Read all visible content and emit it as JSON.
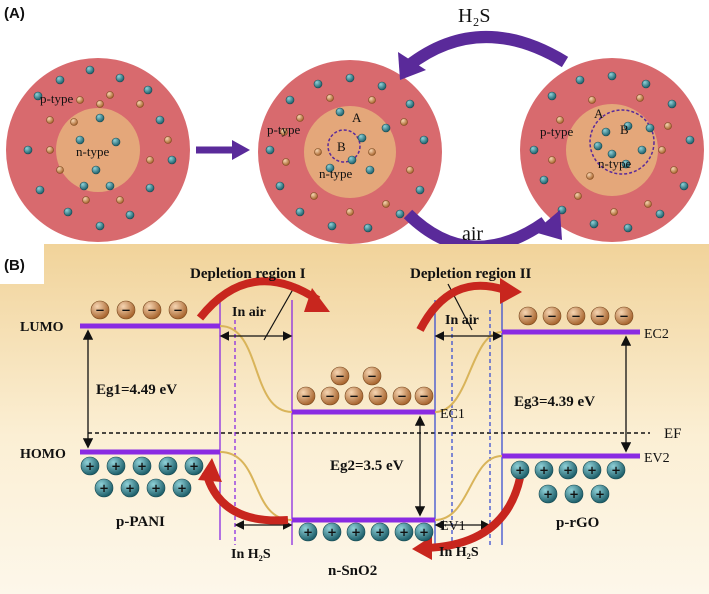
{
  "panel_a": {
    "label": "(A)",
    "particle1": {
      "outer": "p-type",
      "inner": "n-type"
    },
    "particle2": {
      "outer": "p-type",
      "inner": "n-type",
      "region_a": "A",
      "region_b": "B"
    },
    "particle3": {
      "outer": "p-type",
      "inner": "n-type",
      "region_a": "A",
      "region_b": "B"
    },
    "gas_top": "H₂S",
    "gas_bottom": "air"
  },
  "panel_b": {
    "label": "(B)",
    "depletion_1": "Depletion region I",
    "depletion_2": "Depletion region II",
    "in_air_left": "In air",
    "in_air_right": "In air",
    "in_h2s_left": "In H₂S",
    "in_h2s_right": "In H₂S",
    "lumo": "LUMO",
    "homo": "HOMO",
    "eg1": "Eg1=4.49 eV",
    "eg2": "Eg2=3.5 eV",
    "eg3": "Eg3=4.39 eV",
    "ec1": "EC1",
    "ev1": "EV1",
    "ec2": "EC2",
    "ev2": "EV2",
    "ef": "EF",
    "mat_left": "p-PANI",
    "mat_center": "n-SnO2",
    "mat_right": "p-rGO",
    "electron_symbol": "−",
    "hole_symbol": "+"
  },
  "colors": {
    "particle_outer": "#d86a6e",
    "particle_inner": "#e4a77a",
    "level_line": "#8a2be2",
    "arrow_purple": "#5a2a9a",
    "arrow_red": "#c8261e",
    "hole_ball": "#2b7a86",
    "electron_ball": "#c98a54"
  }
}
